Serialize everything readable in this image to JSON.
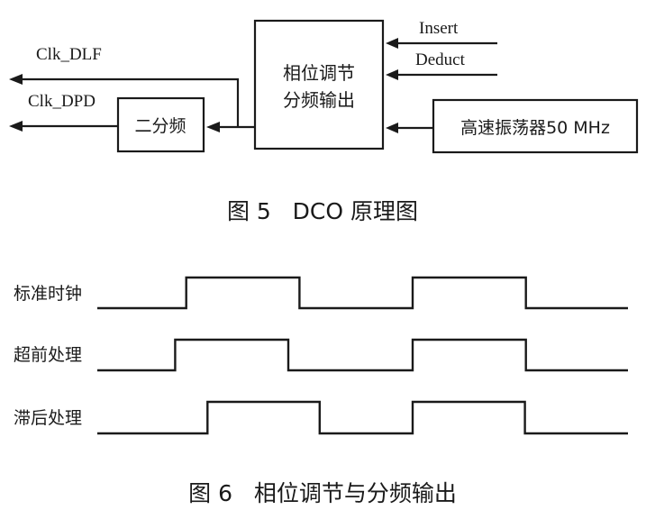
{
  "figure5": {
    "caption": "图 5   DCO 原理图",
    "blocks": {
      "phase_adjust": [
        "相位调节",
        "分频输出"
      ],
      "divider": "二分频",
      "oscillator": "高速振荡器50 MHz"
    },
    "signals": {
      "insert": "Insert",
      "deduct": "Deduct",
      "clk_dlf": "Clk_DLF",
      "clk_dpd": "Clk_DPD"
    }
  },
  "figure6": {
    "caption": "图 6   相位调节与分频输出",
    "rows": [
      {
        "label": "标准时钟",
        "transitions": [
          0,
          0.88,
          2.0,
          3.12,
          4.24,
          5.25
        ],
        "pulses": [
          [
            0.88,
            2.0
          ],
          [
            3.12,
            4.24
          ]
        ]
      },
      {
        "label": "超前处理",
        "pulses": [
          [
            0.77,
            1.89
          ],
          [
            3.12,
            4.24
          ]
        ]
      },
      {
        "label": "滞后处理",
        "pulses": [
          [
            1.09,
            2.2
          ],
          [
            3.12,
            4.23
          ]
        ]
      }
    ]
  },
  "chart_data": {
    "type": "line",
    "title": "图 6   相位调节与分频输出",
    "xlabel": "",
    "ylabel": "",
    "xlim": [
      0,
      5.25
    ],
    "ylim": [
      0,
      1
    ],
    "series": [
      {
        "name": "标准时钟",
        "x": [
          0,
          0.88,
          0.88,
          2.0,
          2.0,
          3.12,
          3.12,
          4.24,
          4.24,
          5.25
        ],
        "values": [
          0,
          0,
          1,
          1,
          0,
          0,
          1,
          1,
          0,
          0
        ]
      },
      {
        "name": "超前处理",
        "x": [
          0,
          0.77,
          0.77,
          1.89,
          1.89,
          3.12,
          3.12,
          4.24,
          4.24,
          5.25
        ],
        "values": [
          0,
          0,
          1,
          1,
          0,
          0,
          1,
          1,
          0,
          0
        ]
      },
      {
        "name": "滞后处理",
        "x": [
          0,
          1.09,
          1.09,
          2.2,
          2.2,
          3.12,
          3.12,
          4.23,
          4.23,
          5.25
        ],
        "values": [
          0,
          0,
          1,
          1,
          0,
          0,
          1,
          1,
          0,
          0
        ]
      }
    ],
    "grid": false,
    "legend": "left-labels"
  }
}
